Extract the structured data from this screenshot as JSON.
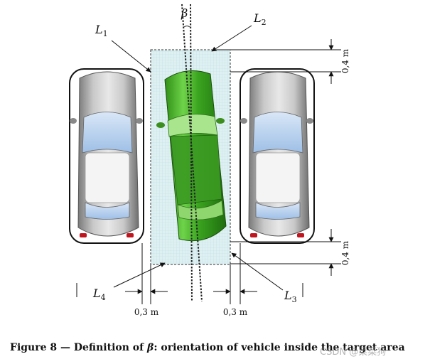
{
  "labels": {
    "beta": "β",
    "L1": "L",
    "L1_sub": "1",
    "L2": "L",
    "L2_sub": "2",
    "L3": "L",
    "L3_sub": "3",
    "L4": "L",
    "L4_sub": "4"
  },
  "dimensions": {
    "top_right": "0,4 m",
    "bottom_right": "0,4 m",
    "bottom_left": "0,3 m",
    "bottom_mid": "0,3 m"
  },
  "caption": {
    "prefix": "Figure 8 — Definition of ",
    "symbol": "β",
    "suffix": ": orientation of vehicle inside the target area"
  },
  "watermark": "CSDN @菜菜狗"
}
